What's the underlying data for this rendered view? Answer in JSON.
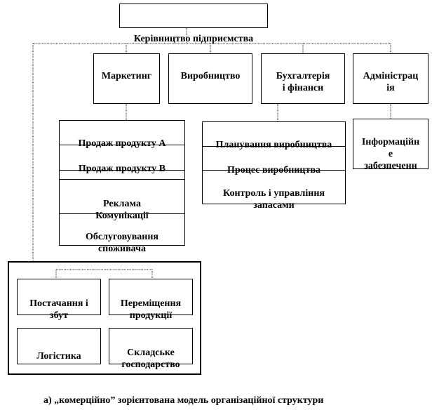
{
  "top": {
    "label": "Керівництво підприємства"
  },
  "departments": [
    {
      "label": "Маркетинг"
    },
    {
      "label": "Виробництво"
    },
    {
      "label": "Бухгалтерія\nі фінанси"
    },
    {
      "label": "Адміністрац\nія"
    }
  ],
  "marketing_units": [
    "Продаж продукту А",
    "Продаж продукту В",
    "",
    "Реклама\nКомунікації",
    "Обслуговування\nспоживача"
  ],
  "production_units": [
    "Планування виробництва",
    "Процес виробництва",
    "Контроль і управління\nзапасами"
  ],
  "admin_units": [
    "Інформаційн\nе\nзабезпеченн"
  ],
  "logistics_units": [
    "Постачання і\nзбут",
    "Переміщення\nпродукції",
    "Логістика",
    "Складське\nгосподарство"
  ],
  "caption": "а) „комерційно” зорієнтована модель організаційної структури"
}
